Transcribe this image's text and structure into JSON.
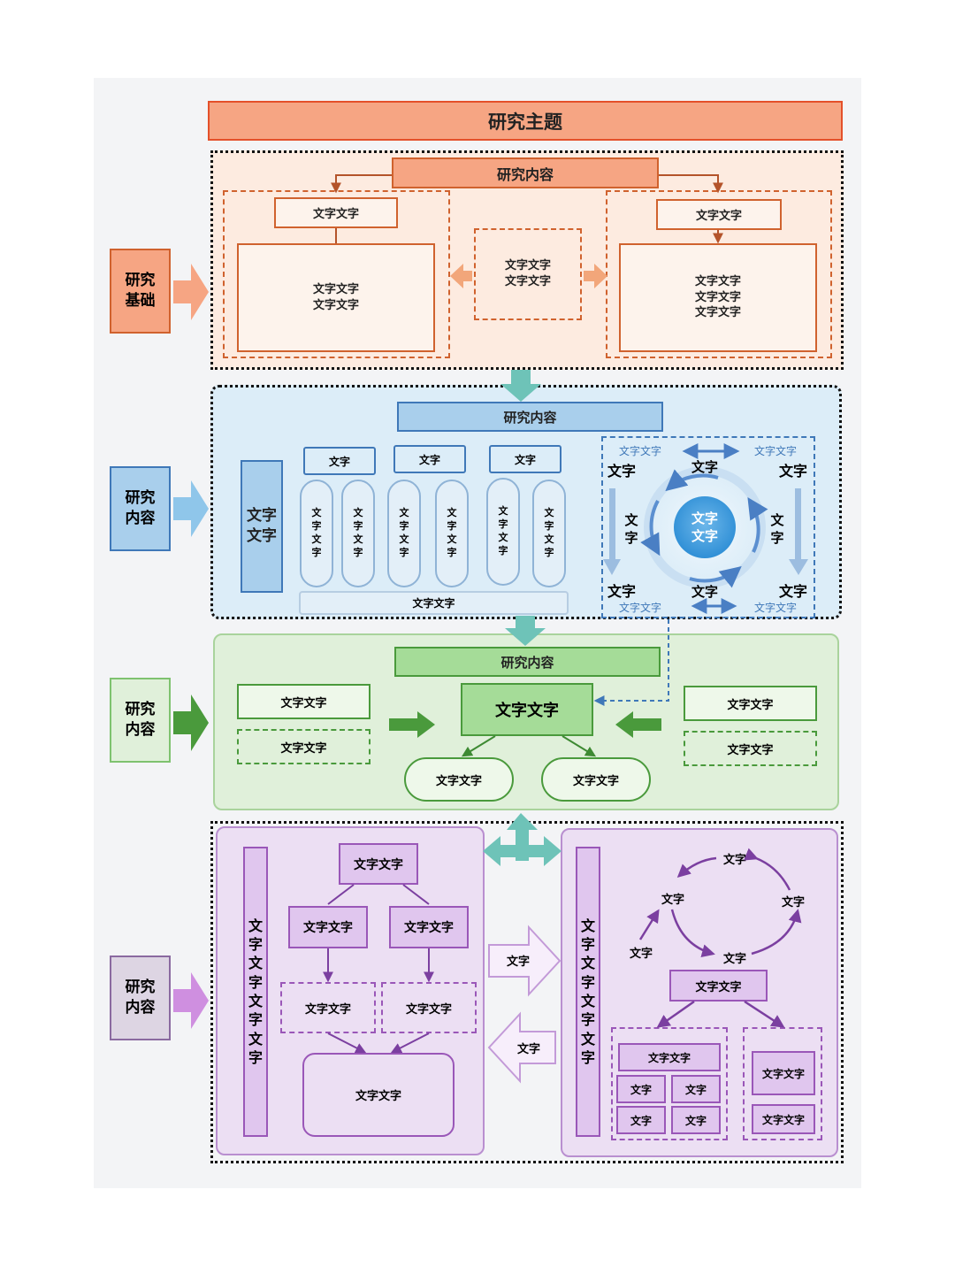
{
  "title": "研究主题",
  "side_labels": [
    "研究\n基础",
    "研究\n内容",
    "研究\n内容",
    "研究\n内容"
  ],
  "section1": {
    "header": "研究内容",
    "left_title": "文字文字",
    "left_body": "文字文字\n文字文字",
    "center_body": "文字文字\n文字文字",
    "right_title": "文字文字",
    "right_body": "文字文字\n文字文字\n文字文字"
  },
  "section2": {
    "header": "研究内容",
    "side_box": "文字\n文字",
    "col_headers": [
      "文字",
      "文字",
      "文字"
    ],
    "pills": [
      "文\n字\n文\n字",
      "文\n字\n文\n字",
      "文\n字\n文\n字",
      "文\n字\n文\n字",
      "文\n字\n文\n字",
      "文\n字\n文\n字"
    ],
    "footer": "文字文字",
    "cycle": {
      "top_left_small": "文字文字",
      "top_right_small": "文字文字",
      "bottom_left_small": "文字文字",
      "bottom_right_small": "文字文字",
      "corner_tl": "文字",
      "corner_tr": "文字",
      "corner_bl": "文字",
      "corner_br": "文字",
      "top": "文字",
      "bottom": "文字",
      "left": "文\n字",
      "right": "文\n字",
      "center": "文字\n文字"
    }
  },
  "section3": {
    "header": "研究内容",
    "left_solid": "文字文字",
    "left_dashed": "文字文字",
    "center": "文字文字",
    "pill_left": "文字文字",
    "pill_right": "文字文字",
    "right_solid": "文字文字",
    "right_dashed": "文字文字"
  },
  "section4": {
    "left": {
      "vertical": "文\n字\n文\n字\n文\n字\n文\n字",
      "top": "文字文字",
      "mid_left": "文字文字",
      "mid_right": "文字文字",
      "dash_left": "文字文字",
      "dash_right": "文字文字",
      "bottom": "文字文字"
    },
    "arrow_right": "文字",
    "arrow_left": "文字",
    "right": {
      "vertical": "文\n字\n文\n字\n文\n字\n文\n字",
      "cycle_top": "文字",
      "cycle_left": "文字",
      "cycle_right": "文字",
      "cycle_bottom": "文字",
      "outer_left": "文字",
      "node": "文字文字",
      "grid_header": "文字文字",
      "grid_cells": [
        "文字",
        "文字",
        "文字",
        "文字"
      ],
      "side_boxes": [
        "文字文字",
        "文字文字"
      ]
    }
  },
  "colors": {
    "orange_dark": "#d0622e",
    "orange_fill": "#f6a583",
    "orange_bg": "#fdebe0",
    "blue_dark": "#3f78b8",
    "blue_fill": "#a9cfec",
    "blue_bg": "#dcedf8",
    "green_dark": "#4a9a3c",
    "green_fill": "#a5dc98",
    "green_bg": "#e0f0da",
    "purple_dark": "#9a57b8",
    "purple_fill": "#e0c6ee",
    "purple_bg": "#ecdff3",
    "teal": "#6ec3b8"
  }
}
